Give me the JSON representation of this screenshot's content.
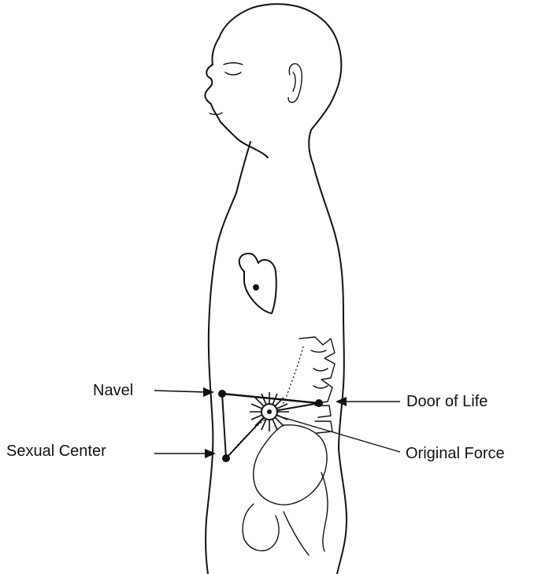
{
  "labels": {
    "navel": "Navel",
    "sexual_center": "Sexual Center",
    "door_of_life": "Door of Life",
    "original_force": "Original Force"
  },
  "colors": {
    "ink": "#111111",
    "background": "#ffffff"
  }
}
